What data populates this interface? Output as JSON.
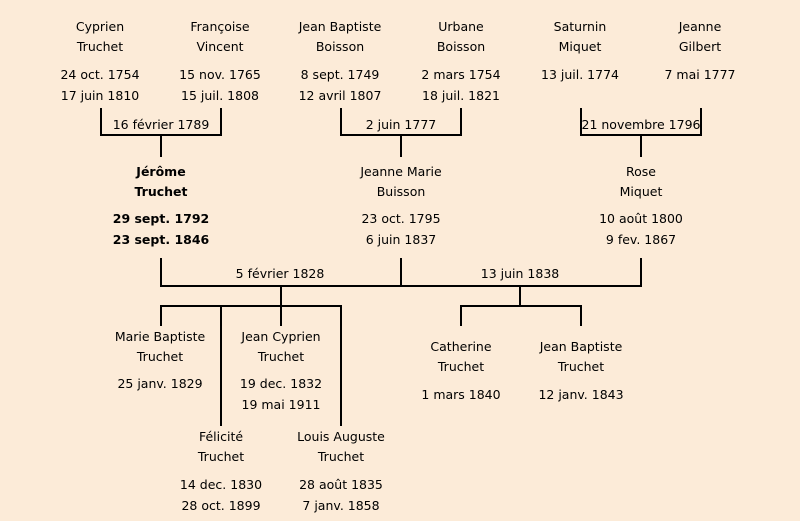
{
  "people": [
    {
      "first": "Cyprien",
      "last": "Truchet",
      "dates": [
        "24 oct. 1754",
        "17 juin 1810"
      ]
    },
    {
      "first": "Françoise",
      "last": "Vincent",
      "dates": [
        "15 nov. 1765",
        "15 juil. 1808"
      ]
    },
    {
      "first": "Jean Baptiste",
      "last": "Boisson",
      "dates": [
        "8 sept. 1749",
        "12 avril 1807"
      ]
    },
    {
      "first": "Urbane",
      "last": "Boisson",
      "dates": [
        "2 mars 1754",
        "18 juil. 1821"
      ]
    },
    {
      "first": "Saturnin",
      "last": "Miquet",
      "dates": [
        "13 juil. 1774"
      ]
    },
    {
      "first": "Jeanne",
      "last": "Gilbert",
      "dates": [
        "7 mai 1777"
      ]
    },
    {
      "first": "Jérôme",
      "last": "Truchet",
      "dates": [
        "29 sept. 1792",
        "23 sept. 1846"
      ],
      "root": true
    },
    {
      "first": "Jeanne Marie",
      "last": "Buisson",
      "dates": [
        "23 oct. 1795",
        "6 juin 1837"
      ]
    },
    {
      "first": "Rose",
      "last": "Miquet",
      "dates": [
        "10 août 1800",
        "9 fev. 1867"
      ]
    },
    {
      "first": "Marie Baptiste",
      "last": "Truchet",
      "dates": [
        "25 janv. 1829"
      ]
    },
    {
      "first": "Jean Cyprien",
      "last": "Truchet",
      "dates": [
        "19 dec. 1832",
        "19 mai 1911"
      ]
    },
    {
      "first": "Félicité",
      "last": "Truchet",
      "dates": [
        "14 dec. 1830",
        "28 oct. 1899"
      ]
    },
    {
      "first": "Louis Auguste",
      "last": "Truchet",
      "dates": [
        "28 août 1835",
        "7 janv. 1858"
      ]
    },
    {
      "first": "Catherine",
      "last": "Truchet",
      "dates": [
        "1 mars 1840"
      ]
    },
    {
      "first": "Jean Baptiste",
      "last": "Truchet",
      "dates": [
        "12 janv. 1843"
      ]
    }
  ],
  "marriages": [
    {
      "date": "16 février 1789"
    },
    {
      "date": "2 juin 1777"
    },
    {
      "date": "21 novembre 1796"
    },
    {
      "date": "5 février 1828"
    },
    {
      "date": "13 juin 1838"
    }
  ],
  "colors": {
    "background": "#fcebd8",
    "line": "#000000"
  }
}
